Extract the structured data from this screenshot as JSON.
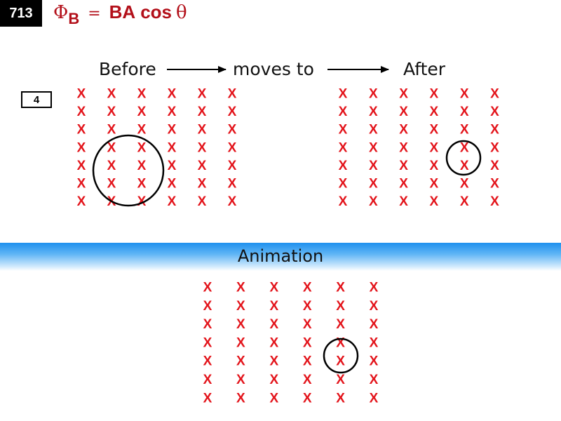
{
  "slide_number": "713",
  "formula": {
    "phi": "Φ",
    "subscript": "B",
    "equals": "=",
    "ba": "BA",
    "cos": "cos",
    "theta": "θ"
  },
  "labels": {
    "before": "Before",
    "moves_to": "moves to",
    "after": "After",
    "step": "4",
    "animation": "Animation"
  },
  "field_symbol": "X",
  "colors": {
    "field": "#e3141b",
    "formula": "#b3101a",
    "band_top": "#1e90ee",
    "loop": "#000000"
  },
  "grids": [
    {
      "name": "before",
      "rows": 7,
      "cols": 6
    },
    {
      "name": "after",
      "rows": 7,
      "cols": 6
    },
    {
      "name": "animation",
      "rows": 7,
      "cols": 6
    }
  ]
}
